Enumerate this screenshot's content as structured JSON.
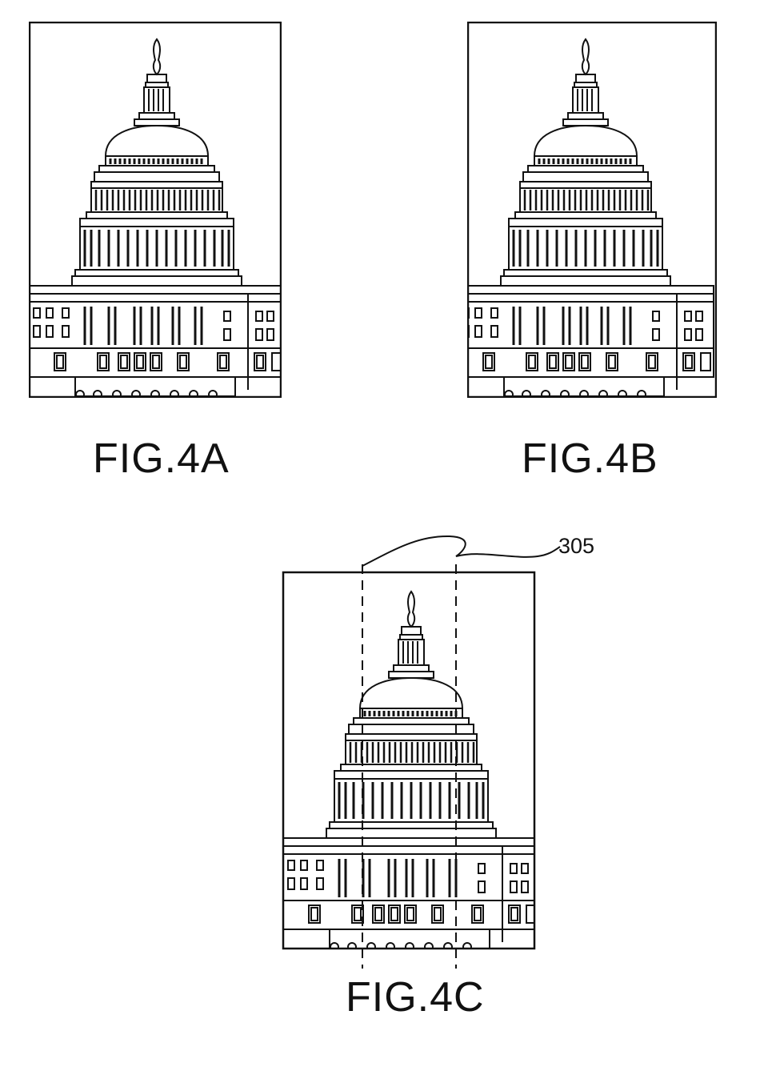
{
  "figures": [
    {
      "id": "4A",
      "label": "FIG.4A"
    },
    {
      "id": "4B",
      "label": "FIG.4B"
    },
    {
      "id": "4C",
      "label": "FIG.4C"
    }
  ],
  "reference_numeral": "305",
  "colors": {
    "line": "#111111",
    "background": "#ffffff"
  }
}
